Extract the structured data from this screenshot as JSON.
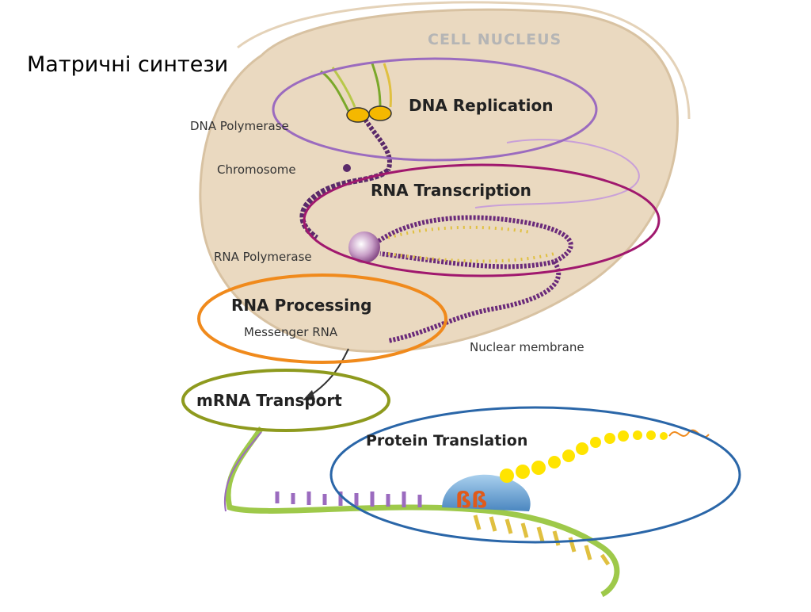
{
  "title": "Матричні синтези",
  "labels": {
    "cell_nucleus": "CELL NUCLEUS",
    "dna_replication": "DNA Replication",
    "dna_polymerase": "DNA Polymerase",
    "chromosome": "Chromosome",
    "rna_transcription": "RNA Transcription",
    "rna_polymerase": "RNA Polymerase",
    "rna_processing": "RNA Processing",
    "messenger_rna": "Messenger RNA",
    "nuclear_membrane": "Nuclear membrane",
    "mrna_transport": "mRNA Transport",
    "protein_translation": "Protein Translation"
  },
  "colors": {
    "nucleus_fill": "#ead9c0",
    "dna_replication_ring": "#9b6bbf",
    "rna_transcription_ring": "#a0186e",
    "rna_processing_ring": "#f08a1c",
    "mrna_transport_ring": "#8e9a1e",
    "protein_translation_ring": "#2a66a8",
    "chromosome": "#5a2a6a",
    "mrna_strand": "#9ec94a",
    "ribosome": "#7aaed8",
    "amino_acid": "#ffe400"
  }
}
